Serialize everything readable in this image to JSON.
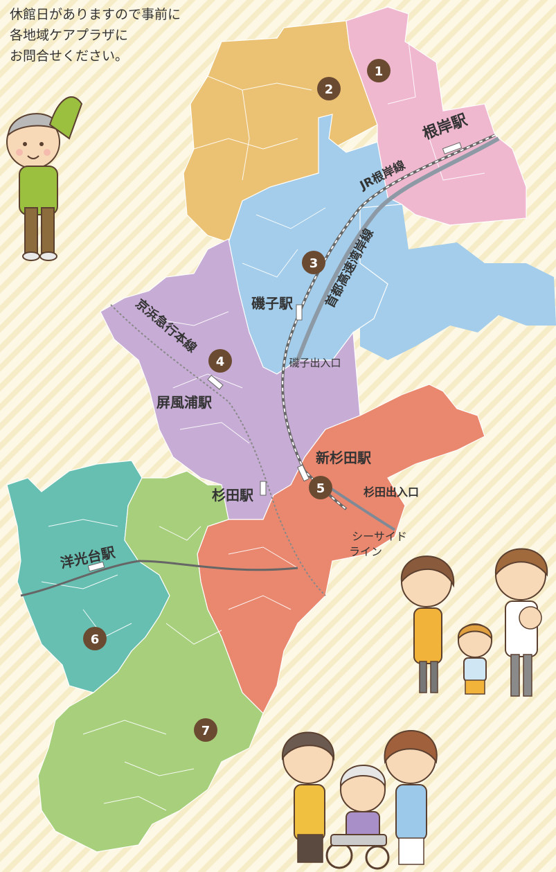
{
  "notice": {
    "lines": [
      "休館日がありますので事前に",
      "各地域ケアプラザに",
      "お問合せください。"
    ]
  },
  "areas": [
    {
      "number": "1",
      "color": "#f0b8cf"
    },
    {
      "number": "2",
      "color": "#ebc274"
    },
    {
      "number": "3",
      "color": "#a3cdea"
    },
    {
      "number": "4",
      "color": "#c7acd5"
    },
    {
      "number": "5",
      "color": "#e9886f"
    },
    {
      "number": "6",
      "color": "#67bfb2"
    },
    {
      "number": "7",
      "color": "#a8cf7c"
    }
  ],
  "labels": {
    "negishi_station": "根岸駅",
    "jr_negishi_line": "JR根岸線",
    "shuto_expressway": "首都高速湾岸線",
    "isogo_station": "磯子駅",
    "keikyu_line": "京浜急行本線",
    "isogo_interchange": "磯子出入口",
    "byobugaura_station": "屏風浦駅",
    "shinsugita_station": "新杉田駅",
    "sugita_station": "杉田駅",
    "sugita_interchange": "杉田出入口",
    "seaside_line_1": "シーサイド",
    "seaside_line_2": "ライン",
    "yokodai_station": "洋光台駅"
  },
  "colors": {
    "badge": "#6b4a32",
    "sea": "#a3cdea",
    "rail": "#666666",
    "expressway": "#8d9aa6",
    "text": "#333333"
  }
}
